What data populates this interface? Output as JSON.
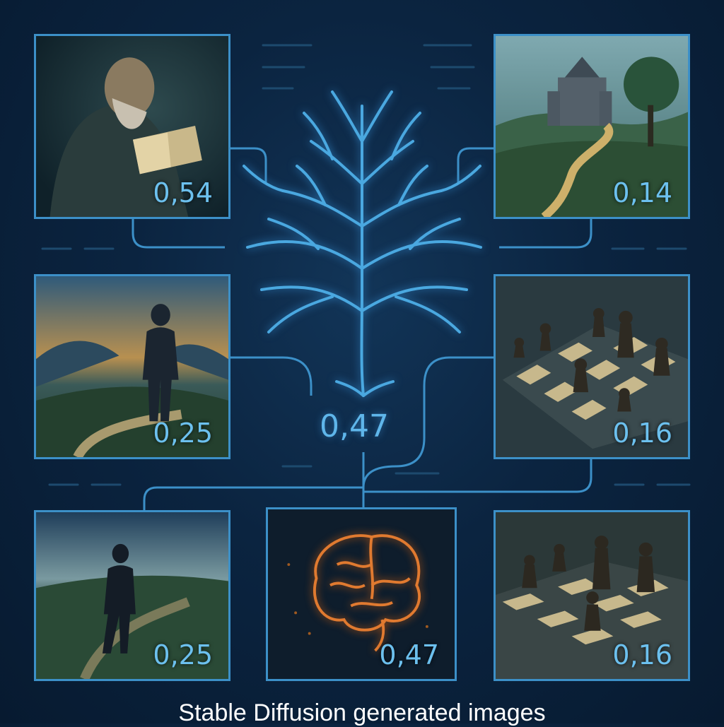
{
  "center": {
    "score": "0,47",
    "icon": "tree-icon"
  },
  "panels": [
    {
      "id": "scholar",
      "subject": "bearded-scholar-reading-book",
      "score": "0,54"
    },
    {
      "id": "castle",
      "subject": "castle-landscape-path",
      "score": "0,14"
    },
    {
      "id": "wanderer",
      "subject": "person-at-dusk-landscape",
      "score": "0,25"
    },
    {
      "id": "chess-a",
      "subject": "chess-board",
      "score": "0,16"
    },
    {
      "id": "walker",
      "subject": "person-walking-path",
      "score": "0,25"
    },
    {
      "id": "brain",
      "subject": "glowing-brain",
      "score": "0,47"
    },
    {
      "id": "chess-b",
      "subject": "chess-board",
      "score": "0,16"
    }
  ],
  "caption": "Stable Diffusion generated images",
  "colors": {
    "frame": "#3c90c8",
    "accent": "#6cc0ee",
    "background": "#0b2440",
    "brain": "#e07a30"
  }
}
